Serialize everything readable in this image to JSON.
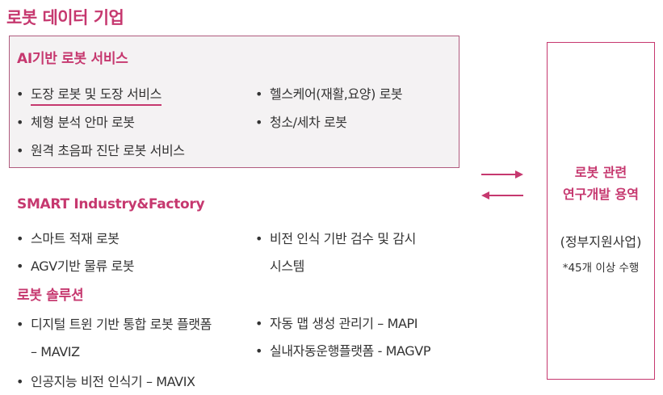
{
  "page_title": "로봇 데이터 기업",
  "ai_section": {
    "title": "AI기반 로봇 서비스",
    "left_items": [
      "도장 로봇 및 도장 서비스",
      "체형 분석 안마 로봇",
      "원격 초음파 진단 로봇 서비스"
    ],
    "right_items": [
      "헬스케어(재활,요양) 로봇",
      "청소/세차 로봇"
    ]
  },
  "smart_section": {
    "title": "SMART Industry&Factory",
    "left_items": [
      "스마트 적재 로봇",
      "AGV기반 물류 로봇"
    ],
    "right_item_line1": "비전 인식 기반 검수 및 감시",
    "right_item_line2": "시스템"
  },
  "solution_section": {
    "title": "로봇 솔루션",
    "left_item1_line1": "디지털 트윈 기반 통합 로봇 플랫폼",
    "left_item1_line2": "– MAVIZ",
    "left_item2": "인공지능 비전 인식기 – MAVIX",
    "right_items": [
      "자동 맵 생성 관리기 – MAPI",
      "실내자동운행플랫폼 - MAGVP"
    ]
  },
  "side_panel": {
    "title_line1": "로봇 관련",
    "title_line2": "연구개발 용역",
    "subtitle": "(정부지원사업)",
    "note": "*45개 이상 수행"
  },
  "bullet": "•",
  "colors": {
    "accent": "#c6386f",
    "box_border": "#b05b7e",
    "box_bg": "#f4f2f3",
    "text": "#333333"
  },
  "icons": [
    "arrow-right-icon",
    "arrow-left-icon"
  ]
}
